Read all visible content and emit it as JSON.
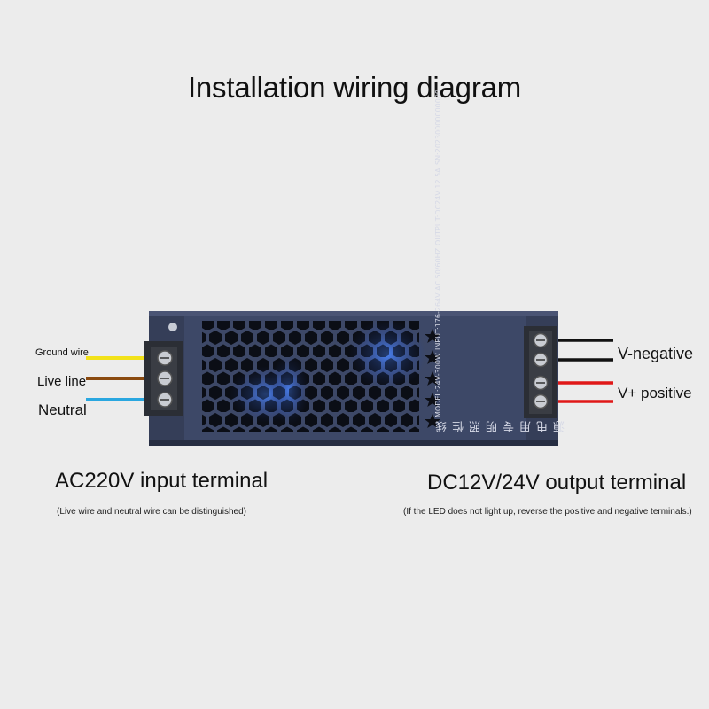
{
  "title": "Installation wiring diagram",
  "input_wires": {
    "ground": "Ground wire",
    "live": "Live line",
    "neutral": "Neutral"
  },
  "output_wires": {
    "negative": "V-negative",
    "positive": "V+ positive"
  },
  "input_terminal": {
    "heading": "AC220V input terminal",
    "note": "(Live wire and neutral wire can be distinguished)"
  },
  "output_terminal": {
    "heading": "DC12V/24V output terminal",
    "note": "(If the LED does not light up, reverse the positive and negative terminals.)"
  },
  "device_label": {
    "name_zh": "线性照明专用电源",
    "model": "MODEL:24V-300W",
    "input": "INPUT:176-264V  AC  50/60HZ",
    "output": "OUTPUT:DC24V  12.5A",
    "serial": "SN:20230000000000"
  },
  "colors": {
    "ground_wire": "#f2e21a",
    "live_wire": "#8a4a10",
    "neutral_wire": "#2aa7e0",
    "negative_wire": "#111111",
    "positive_wire": "#e01818",
    "housing": "#3b4560"
  }
}
